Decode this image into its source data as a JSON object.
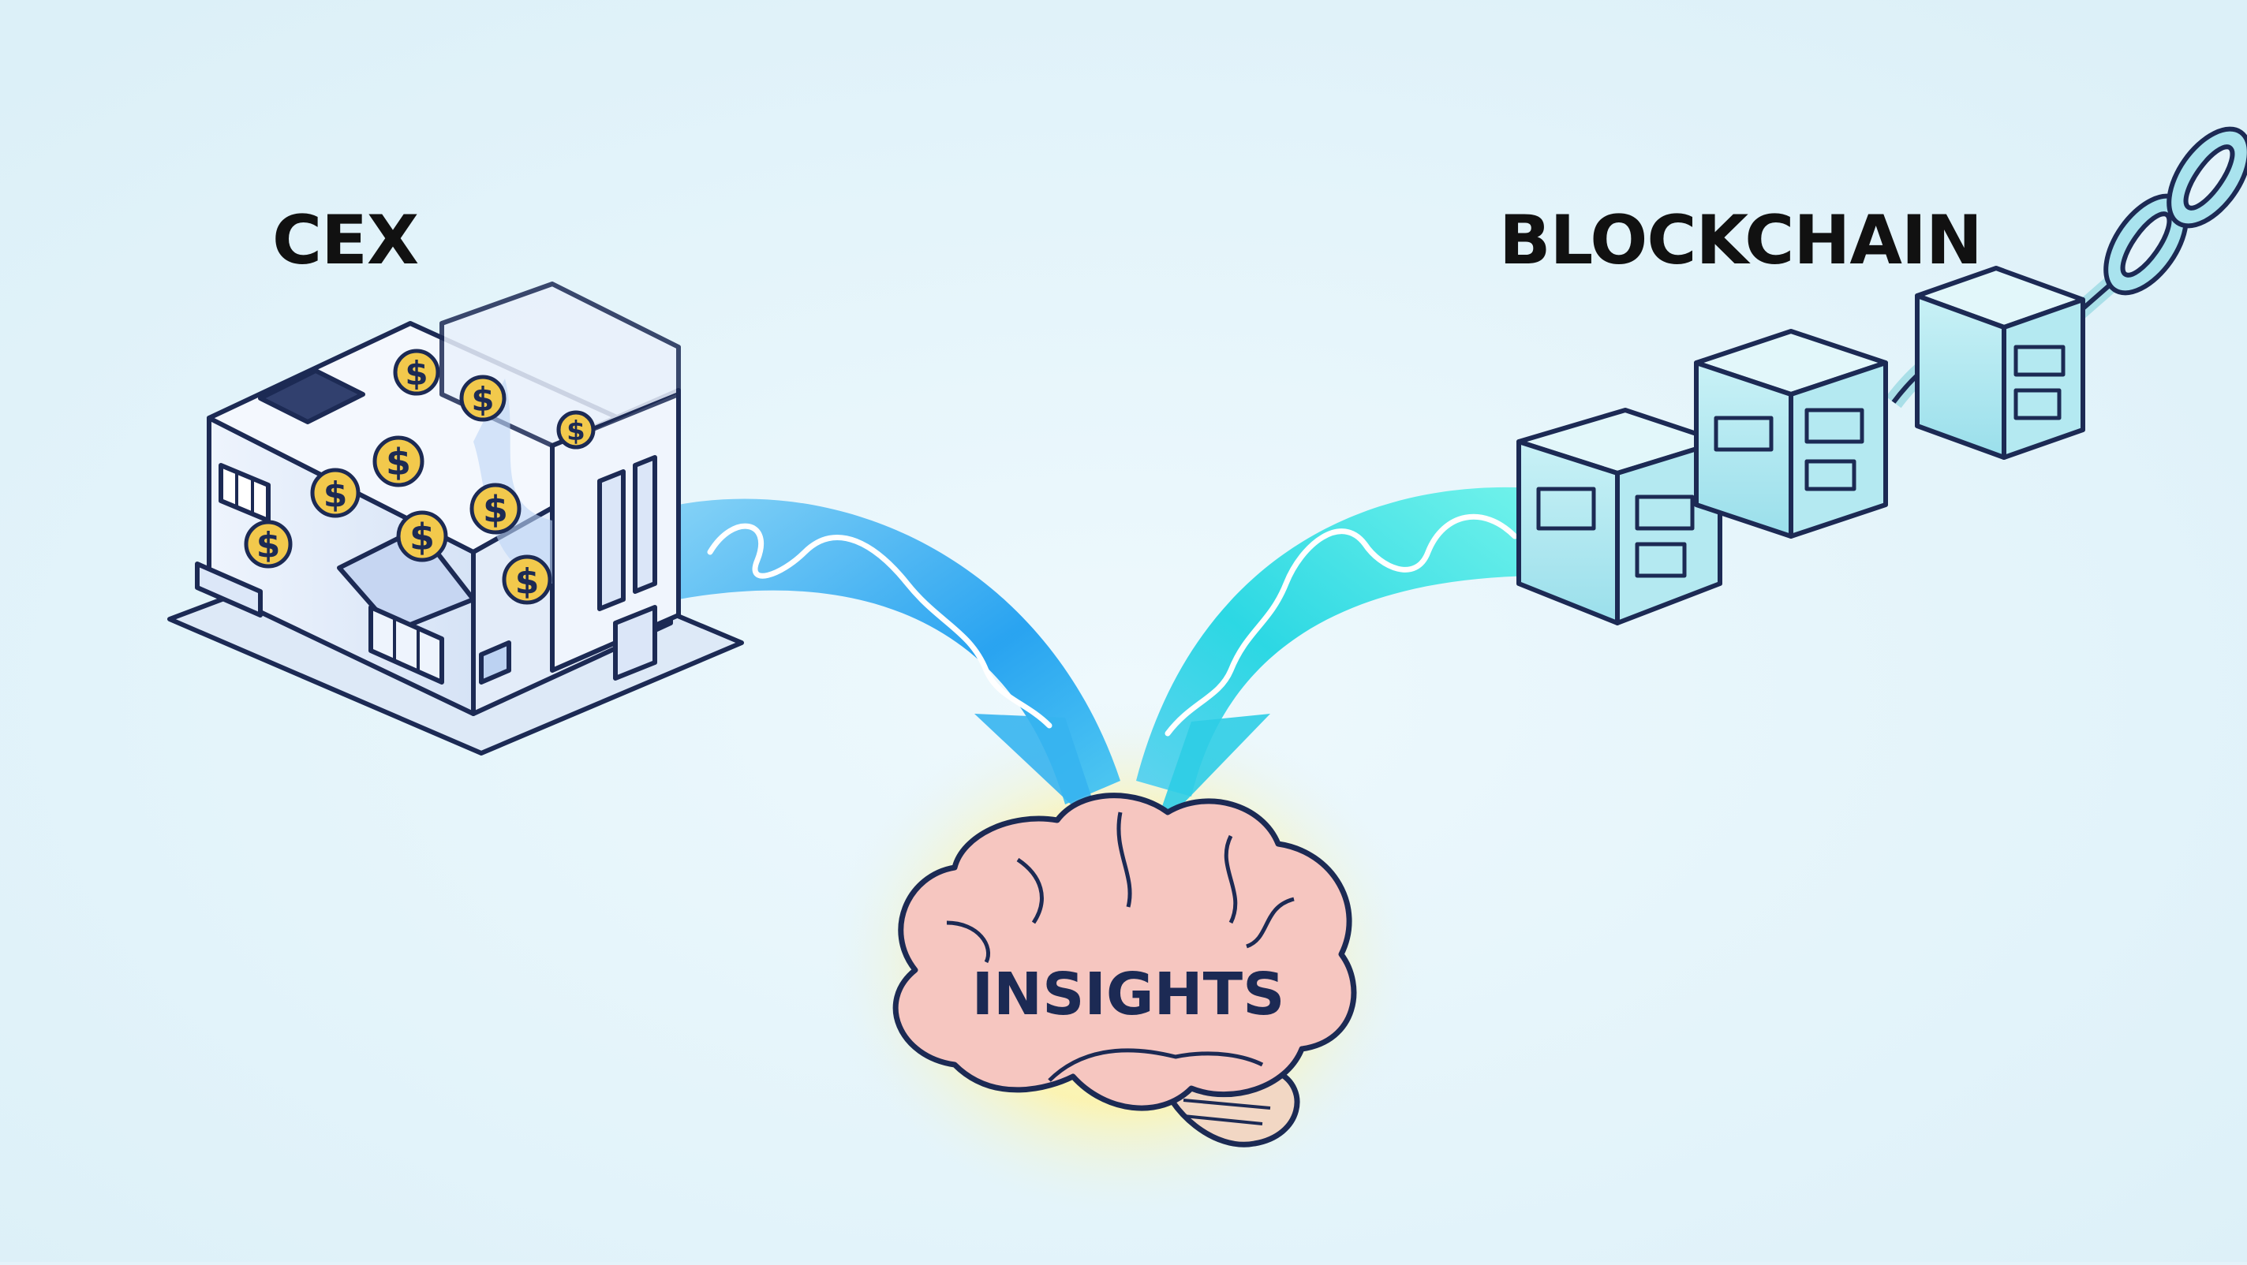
{
  "labels": {
    "left": "CEX",
    "right": "BLOCKCHAIN",
    "center": "INSIGHTS"
  },
  "colors": {
    "background": "#e4f3fa",
    "outline": "#1c2a54",
    "left_stream": "#2ea8ee",
    "right_stream": "#2ee0d8",
    "coin": "#f2c94c",
    "brain": "#f6c6c0",
    "glow": "#fff6b0",
    "cube": "#bfeaf2"
  }
}
